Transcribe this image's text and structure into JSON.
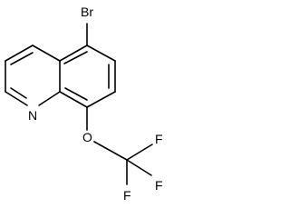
{
  "molecule": {
    "atoms": {
      "bromine": "Br",
      "nitrogen": "N",
      "oxygen": "O",
      "fluorine_1": "F",
      "fluorine_2": "F",
      "fluorine_3": "F"
    }
  }
}
